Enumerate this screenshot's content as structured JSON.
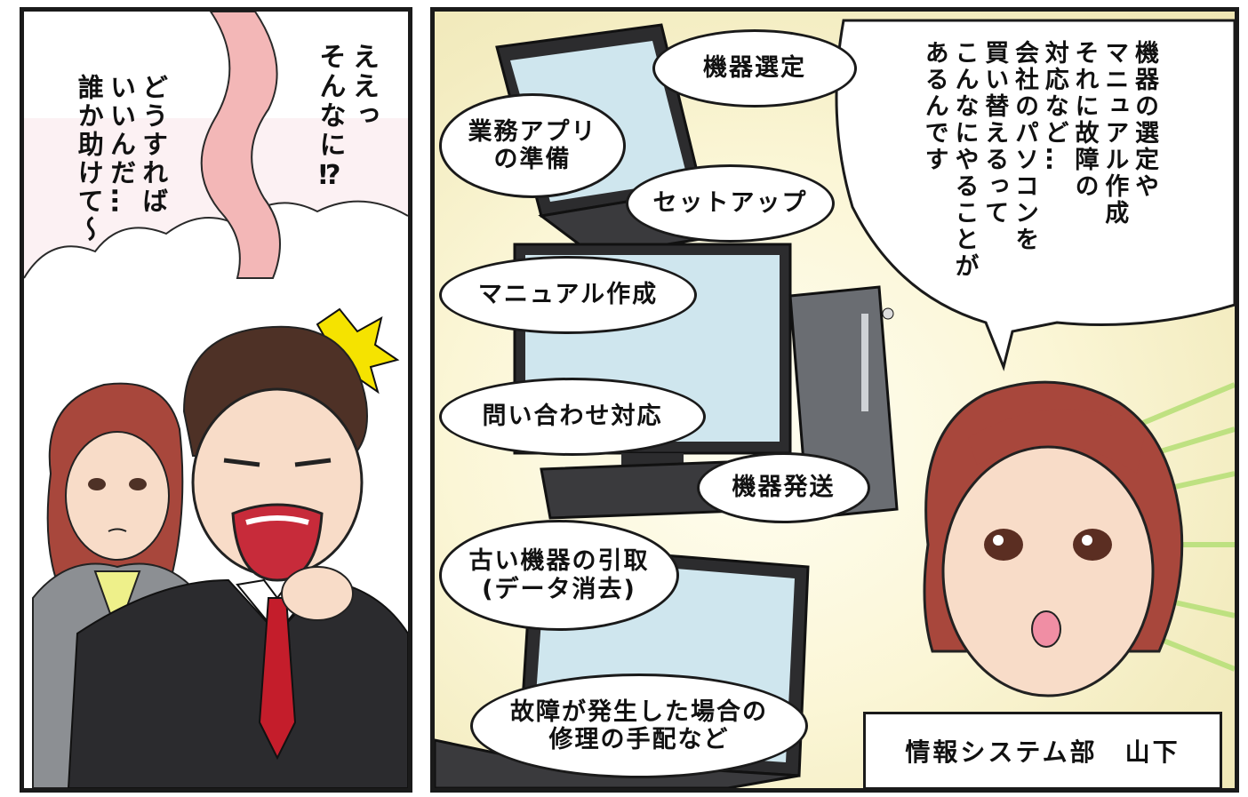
{
  "left_panel": {
    "shout": "ええっ\nそんなに⁉",
    "thought": "どうすれば\nいいんだ…\n誰か助けて〜"
  },
  "right_panel": {
    "tasks": [
      "機器選定",
      "業務アプリ\nの準備",
      "セットアップ",
      "マニュアル作成",
      "問い合わせ対応",
      "機器発送",
      "古い機器の引取\n(データ消去)",
      "故障が発生した場合の\n修理の手配など"
    ],
    "speech": "機器の選定や\nマニュアル作成\nそれに故障の\n対応など…\n会社のパソコンを\n買い替えるって\nこんなにやることが\nあるんです",
    "nameplate": "情報システム部　山下"
  },
  "colors": {
    "skin": "#f8dcc8",
    "hair_brown": "#4e3126",
    "hair_red": "#a8473c",
    "suit": "#2b2b2e",
    "tie": "#c41d2b",
    "monitor_screen": "#cfe6ee",
    "background_glow": "#f3ecc0",
    "green_accent": "#b9e07a"
  }
}
